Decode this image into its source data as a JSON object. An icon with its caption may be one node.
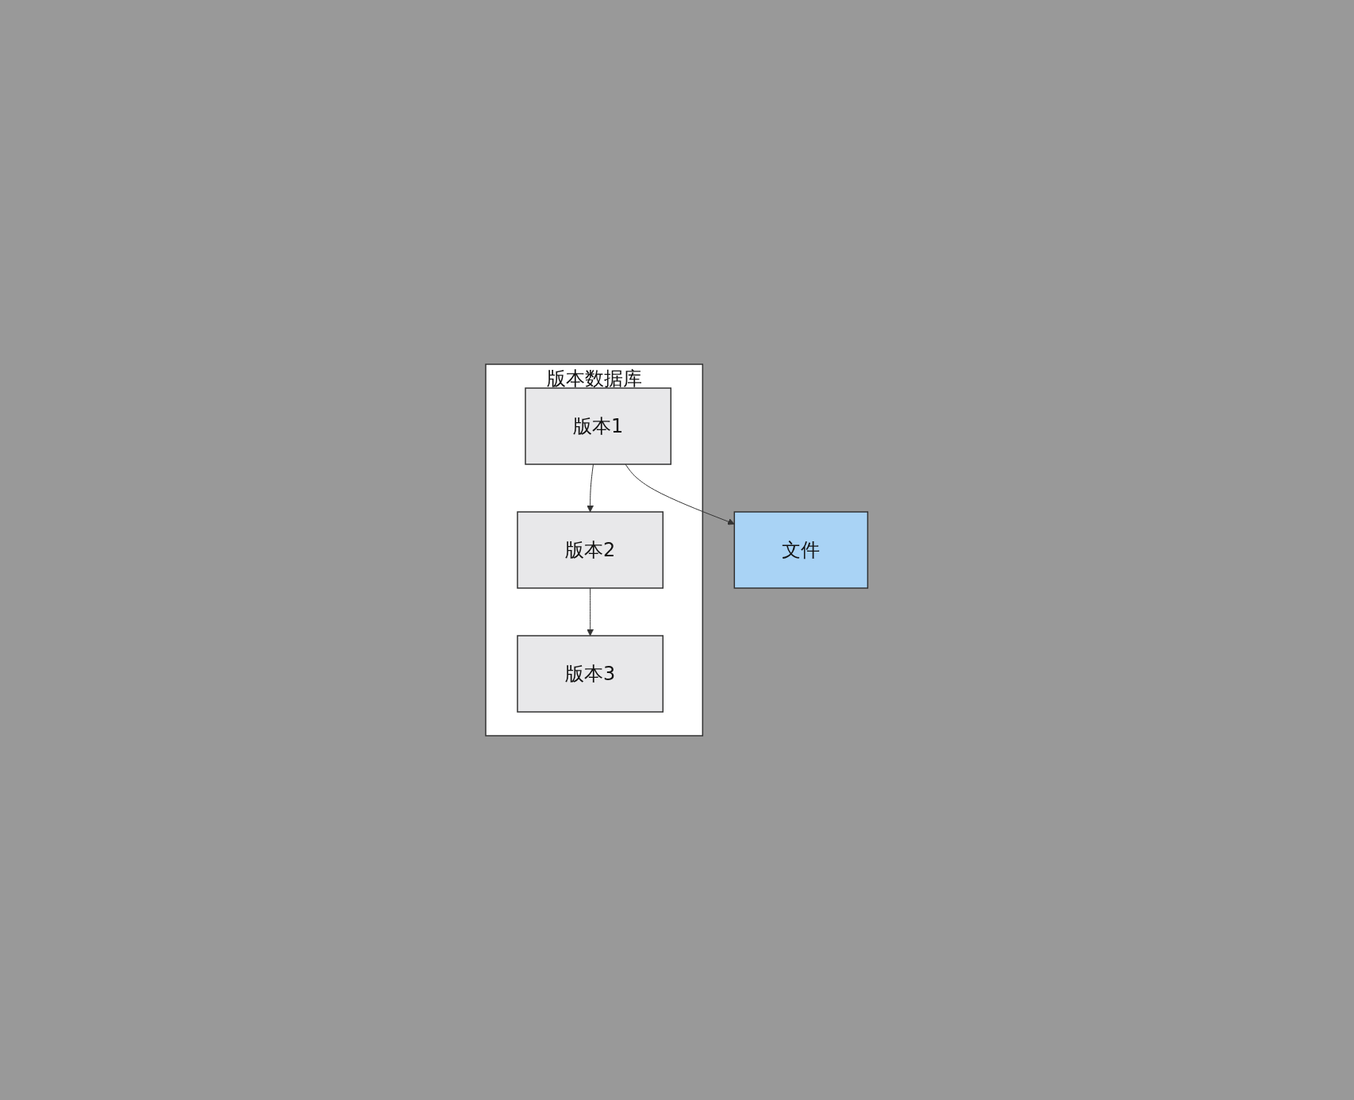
{
  "diagram": {
    "nodes": [
      {
        "text": [
          "版本数据库"
        ]
      },
      {
        "text": [
          "版本1"
        ],
        "in": 0
      },
      {
        "text": [
          "版本2"
        ],
        "in": 0
      },
      {
        "text": [
          "版本3"
        ],
        "in": 0
      },
      {
        "text": [
          "文件"
        ]
      }
    ],
    "edges": [
      {
        "from": 1,
        "to": 4,
        "arrow": "to"
      },
      {
        "from": 1,
        "to": 2,
        "arrow": "to"
      },
      {
        "from": 2,
        "to": 3,
        "arrow": "to"
      }
    ]
  }
}
